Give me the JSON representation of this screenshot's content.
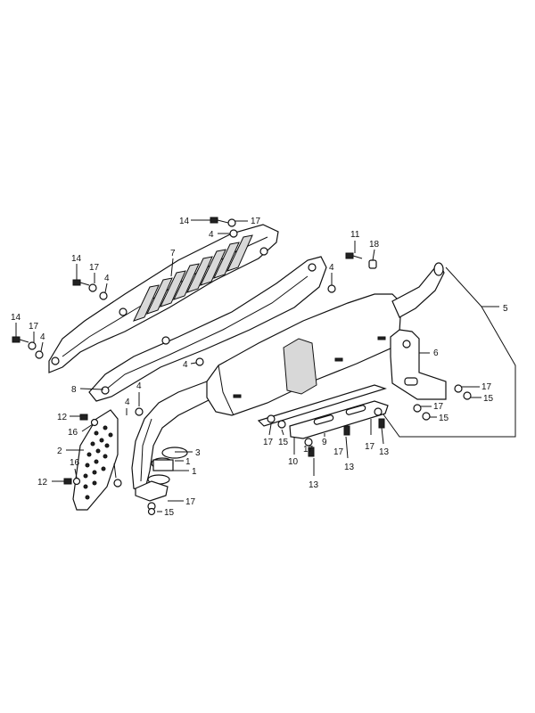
{
  "callouts": {
    "c1": "14",
    "c2": "17",
    "c3": "4",
    "c4": "7",
    "c5": "14",
    "c6": "17",
    "c7": "4",
    "c8": "14",
    "c9": "17",
    "c10": "4",
    "c11": "8",
    "c12": "4",
    "c13": "11",
    "c14": "18",
    "c15": "4",
    "c16": "5",
    "c17": "6",
    "c18": "17",
    "c19": "15",
    "c20": "17",
    "c21": "15",
    "c22": "12",
    "c23": "16",
    "c24": "2",
    "c25": "16",
    "c26": "12",
    "c27": "4",
    "c28": "4",
    "c29": "3",
    "c30": "1",
    "c31": "1",
    "c32": "17",
    "c33": "15",
    "c34": "17",
    "c35": "15",
    "c36": "10",
    "c37": "9",
    "c38": "17",
    "c39": "13",
    "c40": "17",
    "c41": "13",
    "c42": "17",
    "c43": "13"
  }
}
